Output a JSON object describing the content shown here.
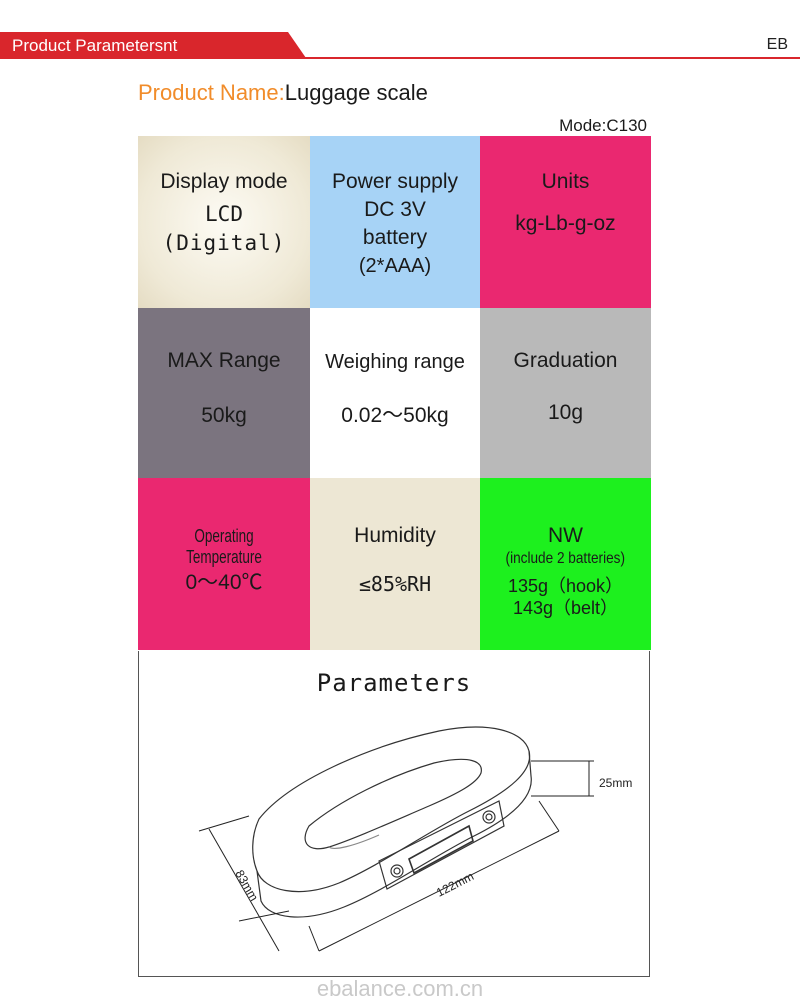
{
  "header": {
    "title": "Product Parametersnt",
    "brand": "EB",
    "accent_color": "#d9262c"
  },
  "product": {
    "name_label": "Product Name:",
    "name_value": "Luggage scale",
    "mode": "Mode:C130"
  },
  "specs": {
    "display": {
      "title": "Display mode",
      "line1": "LCD",
      "line2": "(Digital)"
    },
    "power": {
      "title": "Power supply",
      "line1": "DC 3V",
      "line2": "battery",
      "line3": "(2*AAA)"
    },
    "units": {
      "title": "Units",
      "value": "kg-Lb-g-oz"
    },
    "max_range": {
      "title": "MAX Range",
      "value": "50kg"
    },
    "weighing_range": {
      "title": "Weighing range",
      "value": "0.02～50kg"
    },
    "graduation": {
      "title": "Graduation",
      "value": "10g"
    },
    "temperature": {
      "title": "Operating Temperature",
      "value": "0～40℃"
    },
    "humidity": {
      "title": "Humidity",
      "value": "≤85%RH"
    },
    "nw": {
      "title": "NW",
      "note": "(include 2 batteries)",
      "hook": "135g（hook）",
      "belt": "143g（belt）"
    }
  },
  "parameters": {
    "title": "Parameters",
    "height_dim": "25mm",
    "width_dim": "83mm",
    "length_dim": "122mm"
  },
  "footer": {
    "watermark": "ebalance.com.cn"
  }
}
